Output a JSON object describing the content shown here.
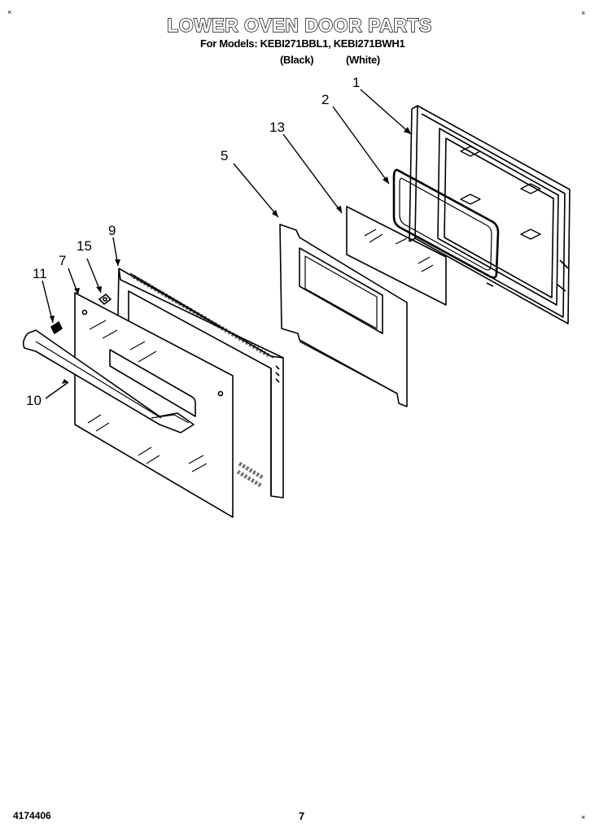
{
  "header": {
    "title": "LOWER OVEN DOOR PARTS",
    "models": "For Models: KEBI271BBL1, KEBI271BWH1",
    "color_black": "(Black)",
    "color_white": "(White)"
  },
  "corner_marks": {
    "top_left": "×",
    "top_right": "×",
    "bottom_right": "×"
  },
  "callouts": {
    "c1": "1",
    "c2": "2",
    "c13": "13",
    "c5": "5",
    "c9": "9",
    "c15": "15",
    "c7": "7",
    "c11": "11",
    "c10": "10"
  },
  "footer": {
    "doc_number": "4174406",
    "page_number": "7"
  }
}
